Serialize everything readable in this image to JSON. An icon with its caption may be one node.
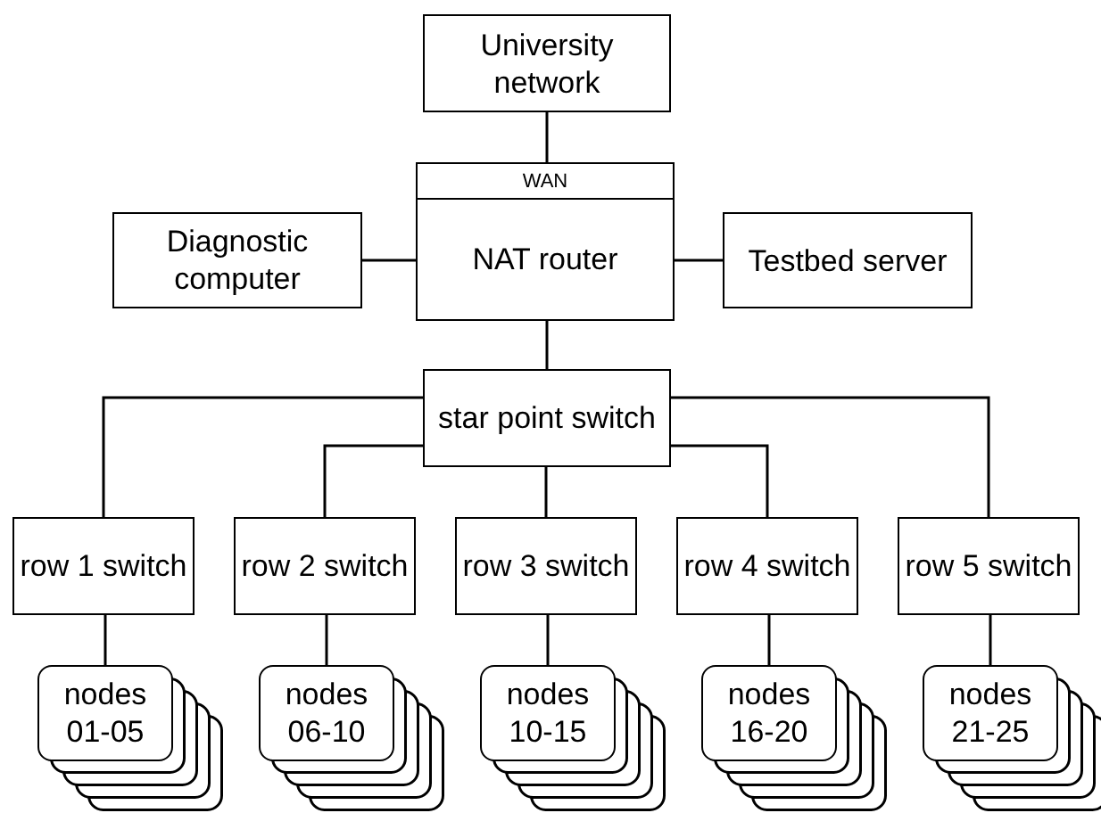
{
  "diagram": {
    "nodes": [
      {
        "text": [
          "University network"
        ]
      },
      {
        "text": [
          "Diagnostic computer"
        ]
      },
      {
        "text": [
          "WAN",
          "NAT router"
        ]
      },
      {
        "text": [
          "Testbed server"
        ]
      },
      {
        "text": [
          "star point switch"
        ]
      },
      {
        "text": [
          "row 1 switch"
        ]
      },
      {
        "text": [
          "row 2 switch"
        ]
      },
      {
        "text": [
          "row 3 switch"
        ]
      },
      {
        "text": [
          "row 4 switch"
        ]
      },
      {
        "text": [
          "row 5 switch"
        ]
      },
      {
        "text": [
          "nodes 01-05"
        ]
      },
      {
        "text": [
          "nodes 06-10"
        ]
      },
      {
        "text": [
          "nodes 10-15"
        ]
      },
      {
        "text": [
          "nodes 16-20"
        ]
      },
      {
        "text": [
          "nodes 21-25"
        ]
      }
    ],
    "edges": [
      {
        "from": 0,
        "to": 2,
        "arrow": "none"
      },
      {
        "from": 1,
        "to": 2,
        "arrow": "none"
      },
      {
        "from": 2,
        "to": 3,
        "arrow": "none"
      },
      {
        "from": 2,
        "to": 4,
        "arrow": "none"
      },
      {
        "from": 4,
        "to": 5,
        "arrow": "none"
      },
      {
        "from": 4,
        "to": 6,
        "arrow": "none"
      },
      {
        "from": 4,
        "to": 7,
        "arrow": "none"
      },
      {
        "from": 4,
        "to": 8,
        "arrow": "none"
      },
      {
        "from": 4,
        "to": 9,
        "arrow": "none"
      },
      {
        "from": 5,
        "to": 10,
        "arrow": "none"
      },
      {
        "from": 6,
        "to": 11,
        "arrow": "none"
      },
      {
        "from": 7,
        "to": 12,
        "arrow": "none"
      },
      {
        "from": 8,
        "to": 13,
        "arrow": "none"
      },
      {
        "from": 9,
        "to": 14,
        "arrow": "none"
      }
    ]
  }
}
